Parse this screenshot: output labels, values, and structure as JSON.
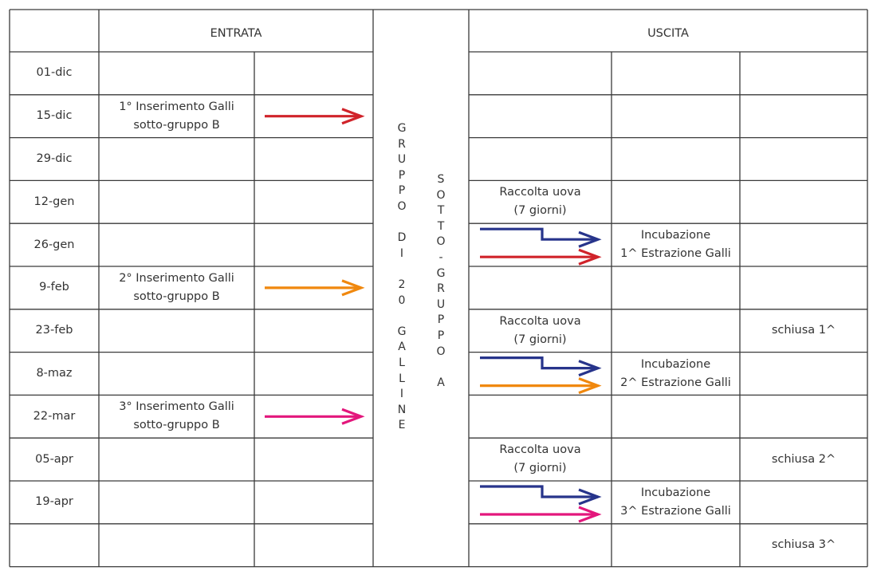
{
  "header": {
    "entrata": "ENTRATA",
    "uscita": "USCITA"
  },
  "dates": [
    "01-dic",
    "15-dic",
    "29-dic",
    "12-gen",
    "26-gen",
    "9-feb",
    "23-feb",
    "8-maz",
    "22-mar",
    "05-apr",
    "19-apr",
    ""
  ],
  "entrata_notes": [
    {
      "row": 1,
      "line1": "1° Inserimento Galli",
      "line2": "sotto-gruppo B"
    },
    {
      "row": 5,
      "line1": "2° Inserimento Galli",
      "line2": "sotto-gruppo B"
    },
    {
      "row": 8,
      "line1": "3° Inserimento Galli",
      "line2": "sotto-gruppo B"
    }
  ],
  "center": {
    "group_text": "GRUPPO DI 20 GALLINE",
    "group_letters": [
      "G",
      "R",
      "U",
      "P",
      "P",
      "O",
      "",
      "D",
      "I",
      "",
      "2",
      "0",
      "",
      "G",
      "A",
      "L",
      "L",
      "I",
      "N",
      "E"
    ],
    "subgroup_text": "SOTTO-GRUPPO A",
    "subgroup_letters": [
      "S",
      "O",
      "T",
      "T",
      "O",
      "-",
      "G",
      "R",
      "U",
      "P",
      "P",
      "O",
      "",
      "A"
    ]
  },
  "uscita_notes": [
    {
      "row": 3,
      "line1": "Raccolta uova",
      "line2": "(7 giorni)"
    },
    {
      "row": 6,
      "line1": "Raccolta uova",
      "line2": "(7 giorni)"
    },
    {
      "row": 9,
      "line1": "Raccolta uova",
      "line2": "(7 giorni)"
    }
  ],
  "incubazione_notes": [
    {
      "row": 4,
      "line1": "Incubazione",
      "line2": "1^ Estrazione Galli"
    },
    {
      "row": 7,
      "line1": "Incubazione",
      "line2": "2^ Estrazione Galli"
    },
    {
      "row": 10,
      "line1": "Incubazione",
      "line2": "3^ Estrazione Galli"
    }
  ],
  "schiusa_notes": [
    {
      "row": 6,
      "label": "schiusa 1^"
    },
    {
      "row": 9,
      "label": "schiusa 2^"
    },
    {
      "row": 11,
      "label": "schiusa 3^"
    }
  ],
  "colors": {
    "grid": "#3a3a3a",
    "red": "#d0232a",
    "orange": "#f0880e",
    "magenta": "#e3177c",
    "blue": "#27348b"
  },
  "inserimento_arrows": [
    {
      "row": 1,
      "color": "red"
    },
    {
      "row": 5,
      "color": "orange"
    },
    {
      "row": 8,
      "color": "magenta"
    }
  ],
  "uscita_arrows": [
    {
      "row": 4,
      "lower_color": "red"
    },
    {
      "row": 7,
      "lower_color": "orange"
    },
    {
      "row": 10,
      "lower_color": "magenta"
    }
  ]
}
